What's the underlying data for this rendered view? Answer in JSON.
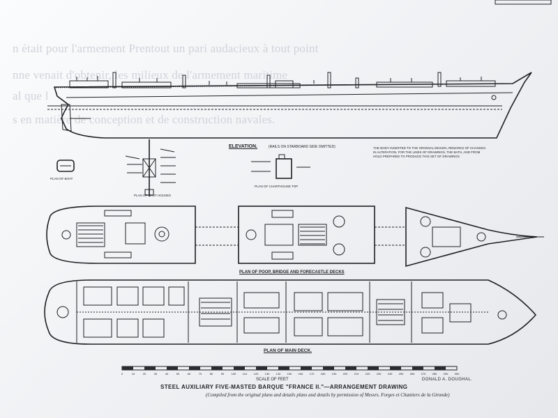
{
  "background_text": [
    "n était pour l'armement Prentout un pari audacieux à tout point",
    "nne venait d'obtenir, les milieux de l'armement maritime",
    "al que l",
    "s en matière de conception et de construction navales."
  ],
  "labels": {
    "elevation": "ELEVATION.",
    "elevation_note": "(RAILS ON STARBOARD SIDE OMITTED)",
    "poop_bridge": "PLAN OF POOP, BRIDGE AND FORECASTLE DECKS",
    "main_deck": "PLAN OF MAIN DECK.",
    "chart_house": "PLAN OF CHARTHOUSE TOP",
    "mast_plan": "PLAN OF MAST HOUSES",
    "boat_plan": "PLAN OF BOAT",
    "scale_label": "SCALE OF FEET",
    "signature": "DONALD A. DOUGHAL.",
    "title": "STEEL AUXILIARY FIVE-MASTED BARQUE \"FRANCE II.\"—ARRANGEMENT DRAWING",
    "subtitle": "(Compiled from the original plans and details plans and details by permission of Messrs. Forges et Chantiers de la Gironde)",
    "top_note": [
      "THE BODY INSERTED TO THE ORIGINAL DESIGN, REMARKS OF CHANGES",
      "IN ALTERATION, FOR THE LINES OF DRAWINGS, THE BATH, AND FROM",
      "HOLD PREPARED TO PRODUCE THIS SET OF DRAWINGS"
    ]
  },
  "scale_ticks": [
    "0",
    "10",
    "20",
    "30",
    "40",
    "50",
    "60",
    "70",
    "80",
    "90",
    "100",
    "110",
    "120",
    "130",
    "140",
    "150",
    "160",
    "170",
    "180",
    "190",
    "200",
    "210",
    "220",
    "230",
    "240",
    "250",
    "260",
    "270",
    "280",
    "290",
    "300"
  ],
  "colors": {
    "ink": "#1f1f24",
    "paper": "#f3f4f6",
    "ghost": "#cfd3da"
  }
}
